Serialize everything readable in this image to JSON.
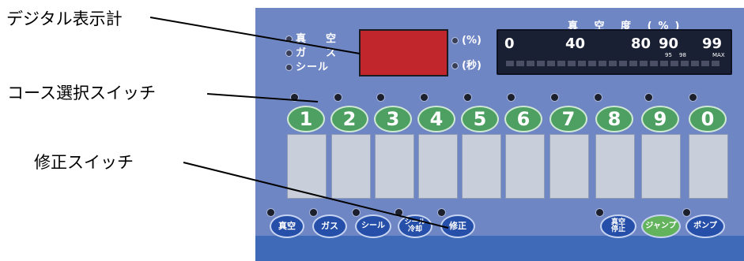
{
  "callouts": {
    "digital_display": "デジタル表示計",
    "course_select": "コース選択スイッチ",
    "correction": "修正スイッチ"
  },
  "panel": {
    "mode_legend": [
      "真　空",
      "ガ　ス",
      "シール"
    ],
    "units": [
      "(%)",
      "(秒)"
    ],
    "vacuum_title": "真 空 度 (%)",
    "vacuum_scale": [
      "0",
      "40",
      "80",
      "90",
      "99"
    ],
    "vacuum_scale_small": [
      "95",
      "98",
      "MAX"
    ],
    "course_buttons": [
      "1",
      "2",
      "3",
      "4",
      "5",
      "6",
      "7",
      "8",
      "9",
      "0"
    ],
    "function_buttons": [
      "真空",
      "ガス",
      "シール",
      "シール冷却",
      "修正"
    ],
    "right_buttons": [
      "真空停止",
      "ジャンプ",
      "ポンプ"
    ]
  },
  "colors": {
    "panel": "#6f86c4",
    "display": "#c0262c",
    "course_button": "#4ea062",
    "function_button": "#254fa8"
  }
}
